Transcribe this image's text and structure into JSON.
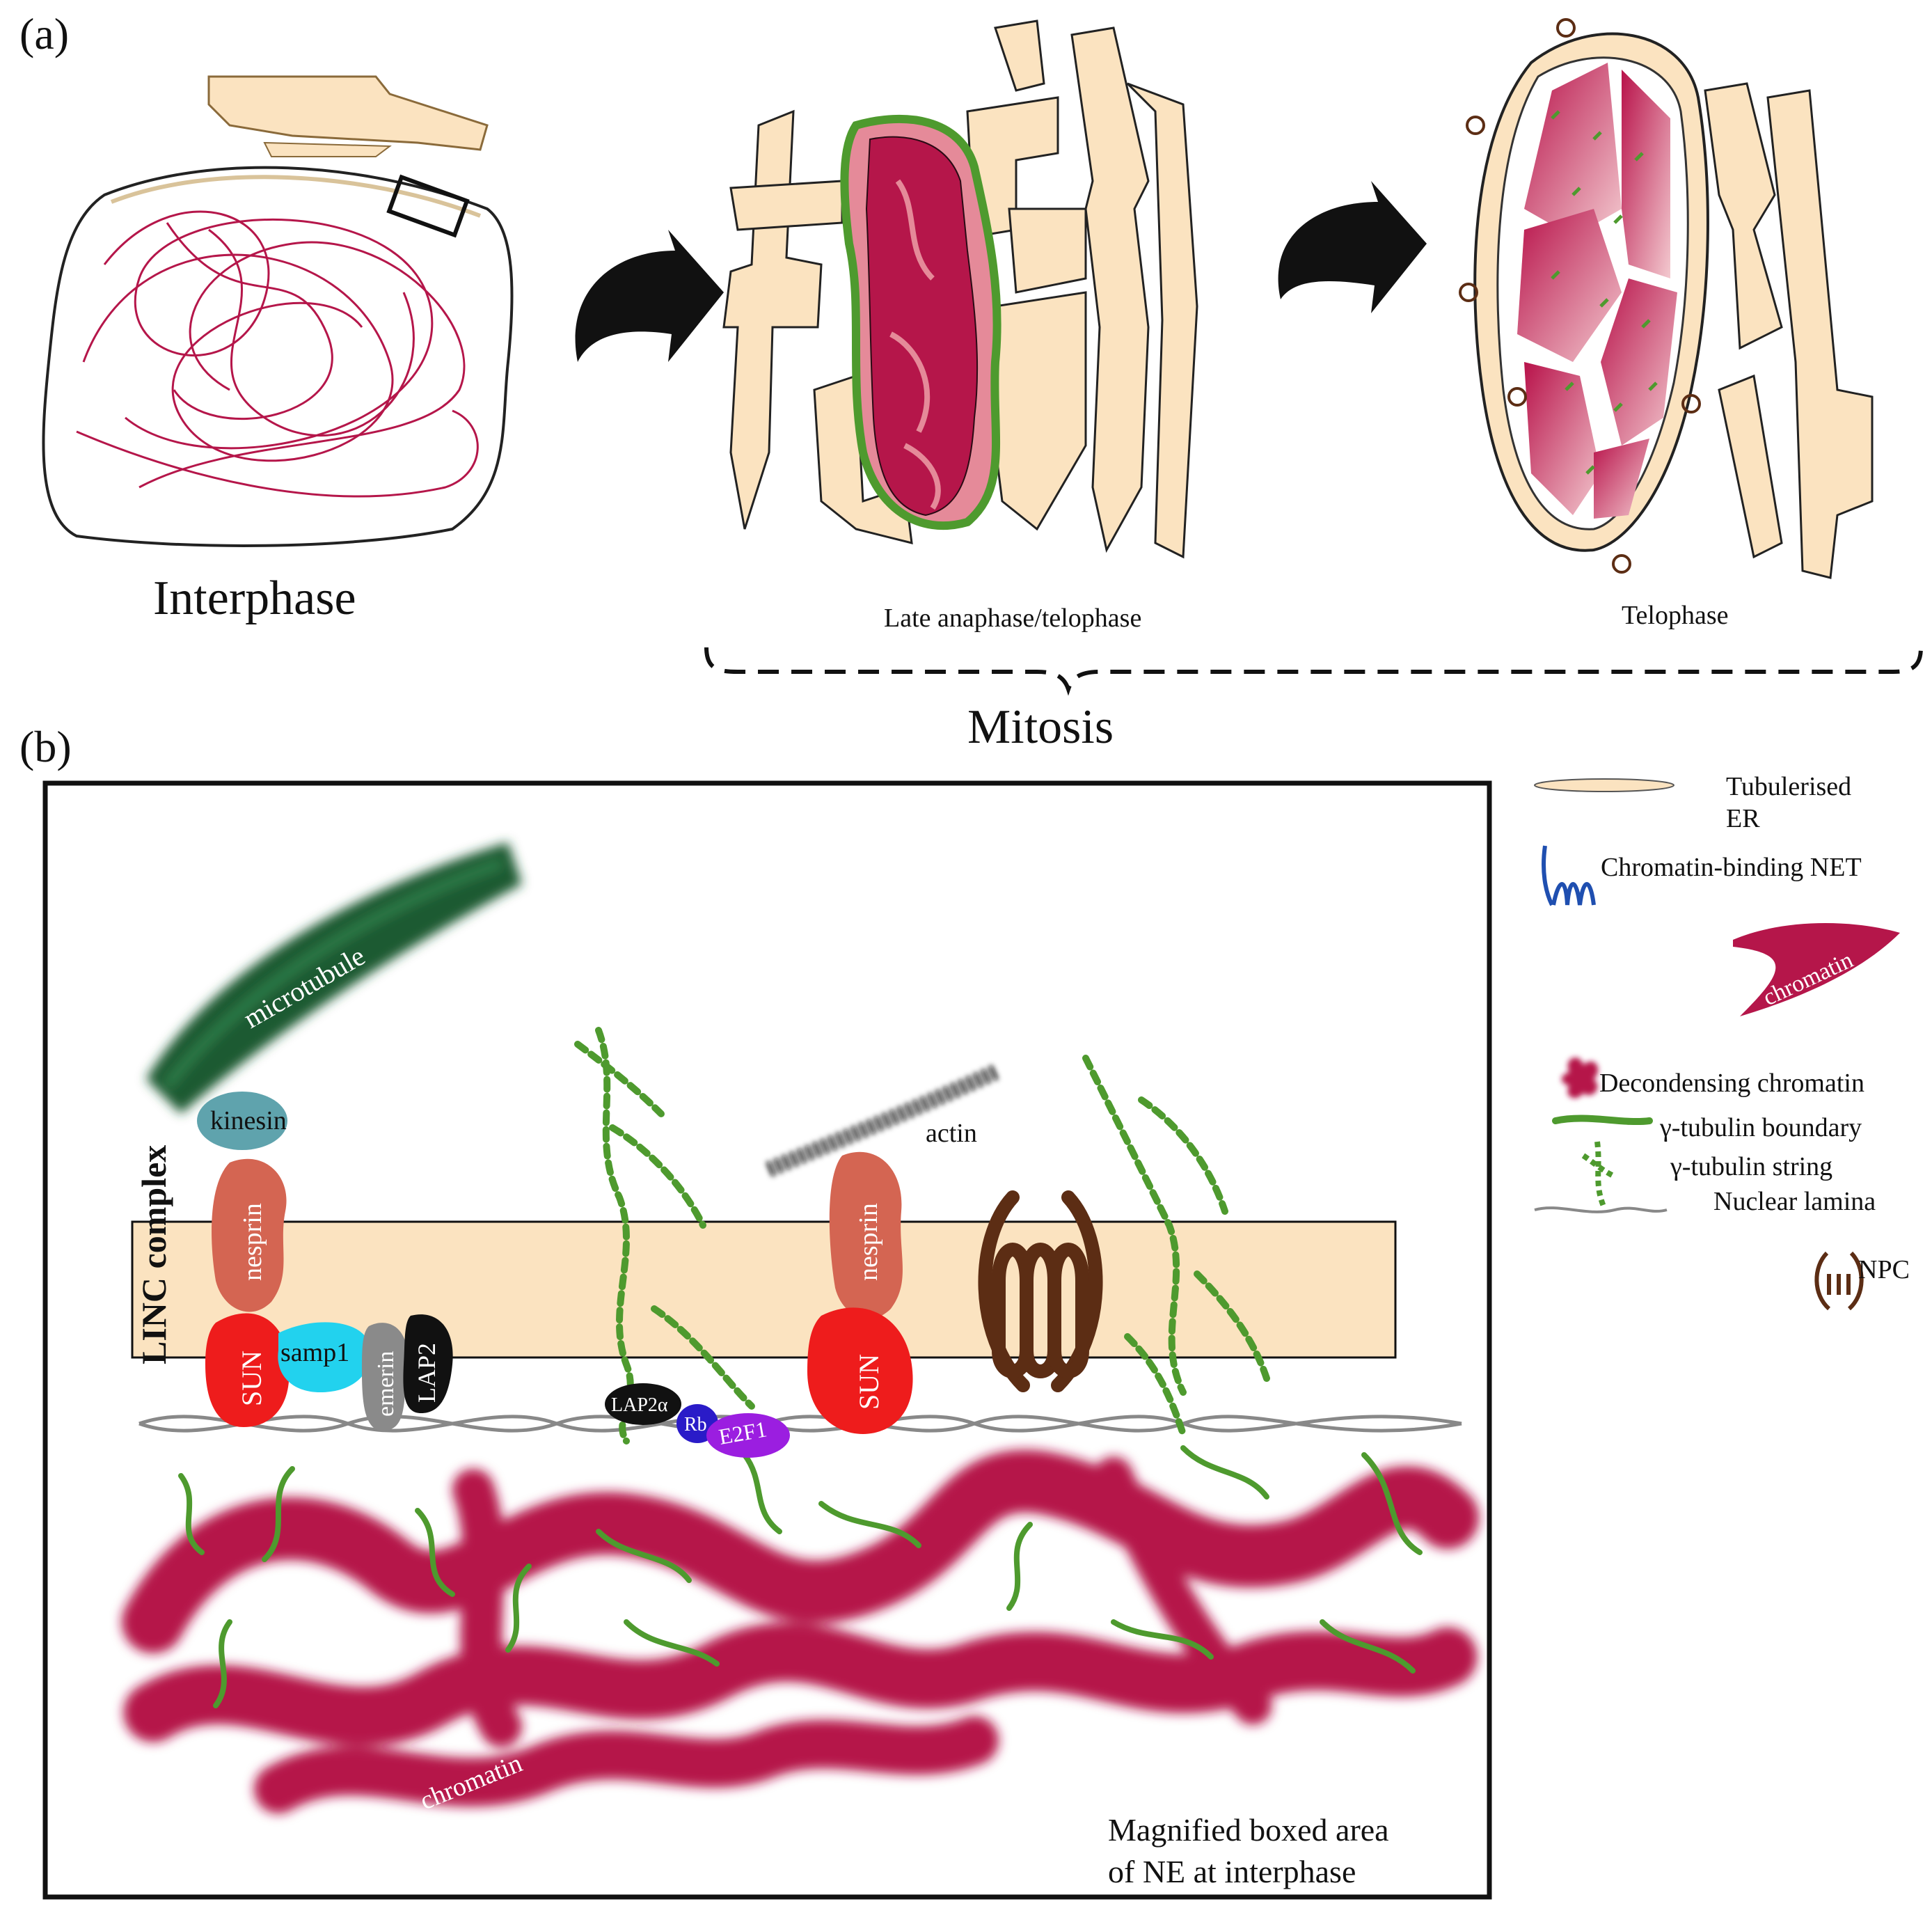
{
  "panel_a": {
    "letter": "(a)",
    "interphase": "Interphase",
    "late_anaphase": "Late anaphase/telophase",
    "telophase": "Telophase",
    "mitosis": "Mitosis"
  },
  "panel_b": {
    "letter": "(b)",
    "microtubule": "microtubule",
    "kinesin": "kinesin",
    "linc_complex": "LINC complex",
    "nesprin": "nesprin",
    "sun": "SUN",
    "samp1": "samp1",
    "emerin": "emerin",
    "lap2": "LAP2",
    "lap2a": "LAP2α",
    "rb": "Rb",
    "e2f1": "E2F1",
    "actin": "actin",
    "chromatin": "chromatin",
    "caption_line1": "Magnified boxed area",
    "caption_line2": "of NE at interphase"
  },
  "legend": {
    "er_line1": "Tubulerised",
    "er_line2": "ER",
    "net": "Chromatin-binding NET",
    "chromatin": "chromatin",
    "decondensing": "Decondensing chromatin",
    "boundary": "γ-tubulin boundary",
    "string": "γ-tubulin string",
    "lamina": "Nuclear lamina",
    "npc": "NPC"
  },
  "colors": {
    "er": "#fbe3c0",
    "chromatin": "#b5164a",
    "gamma_tubulin": "#4e9a2e",
    "microtubule": "#1c5a33",
    "kinesin": "#5fa3ad",
    "nesprin": "#d46552",
    "sun": "#ee1c1c",
    "samp1": "#22d2ee",
    "npc": "#5c2d14",
    "rb": "#2a1bc8",
    "e2f1": "#9b1ee0"
  }
}
